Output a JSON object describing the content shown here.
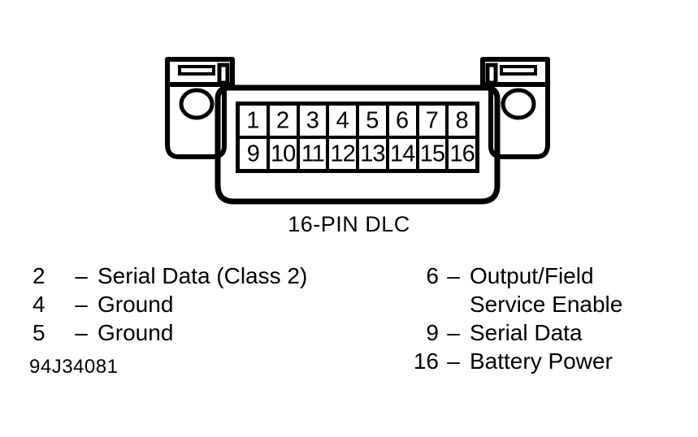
{
  "figure": {
    "caption": "16-PIN DLC",
    "figure_id": "94J34081",
    "line_color": "#000000",
    "background_color": "#ffffff"
  },
  "connector": {
    "name": "16-PIN DLC",
    "pin_rows": [
      {
        "row": "top",
        "pins": [
          "1",
          "2",
          "3",
          "4",
          "5",
          "6",
          "7",
          "8"
        ]
      },
      {
        "row": "bottom",
        "pins": [
          "9",
          "10",
          "11",
          "12",
          "13",
          "14",
          "15",
          "16"
        ]
      }
    ]
  },
  "legend": {
    "separator": "–",
    "left_column": [
      {
        "pin": "2",
        "description": "Serial Data (Class 2)"
      },
      {
        "pin": "4",
        "description": "Ground"
      },
      {
        "pin": "5",
        "description": "Ground"
      }
    ],
    "right_column": [
      {
        "pin": "6",
        "description": "Output/Field"
      },
      {
        "pin": "",
        "description": "Service Enable"
      },
      {
        "pin": "9",
        "description": "Serial Data"
      },
      {
        "pin": "16",
        "description": "Battery Power"
      }
    ]
  }
}
